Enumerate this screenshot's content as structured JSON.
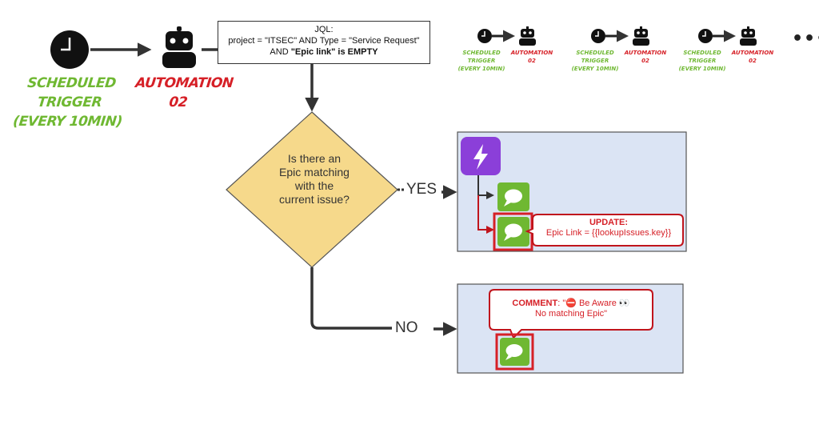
{
  "trigger": {
    "line1": "SCHEDULED TRIGGER",
    "line2": "(EVERY 10MIN)"
  },
  "automation": {
    "line1": "AUTOMATION",
    "line2": "02"
  },
  "jql": {
    "heading": "JQL:",
    "line1": "project = \"ITSEC\" AND Type =  \"Service Request\"",
    "line2_prefix": "AND ",
    "line2_bold": "\"Epic link\" is EMPTY"
  },
  "mini_flows": [
    {
      "trigger1": "SCHEDULED TRIGGER",
      "trigger2": "(EVERY 10MIN)",
      "auto1": "AUTOMATION",
      "auto2": "02"
    },
    {
      "trigger1": "SCHEDULED TRIGGER",
      "trigger2": "(EVERY 10MIN)",
      "auto1": "AUTOMATION",
      "auto2": "02"
    },
    {
      "trigger1": "SCHEDULED TRIGGER",
      "trigger2": "(EVERY 10MIN)",
      "auto1": "AUTOMATION",
      "auto2": "02"
    }
  ],
  "more": "•••",
  "decision": {
    "l1": "Is there an",
    "l2": "Epic matching",
    "l3": "with the",
    "l4": "current issue?"
  },
  "yes_label": "YES",
  "no_label": "NO",
  "update_bubble": {
    "title": "UPDATE:",
    "text": "Epic Link = {{lookupIssues.key}}"
  },
  "comment_bubble": {
    "title_bold": "COMMENT",
    "title_rest": ": \"⛔ Be Aware 👀",
    "text": "No matching Epic\""
  },
  "colors": {
    "green": "#6fb832",
    "red": "#d62027",
    "panel": "#dbe4f4",
    "diamond": "#f6d98b",
    "purple": "#8b3fd9"
  }
}
